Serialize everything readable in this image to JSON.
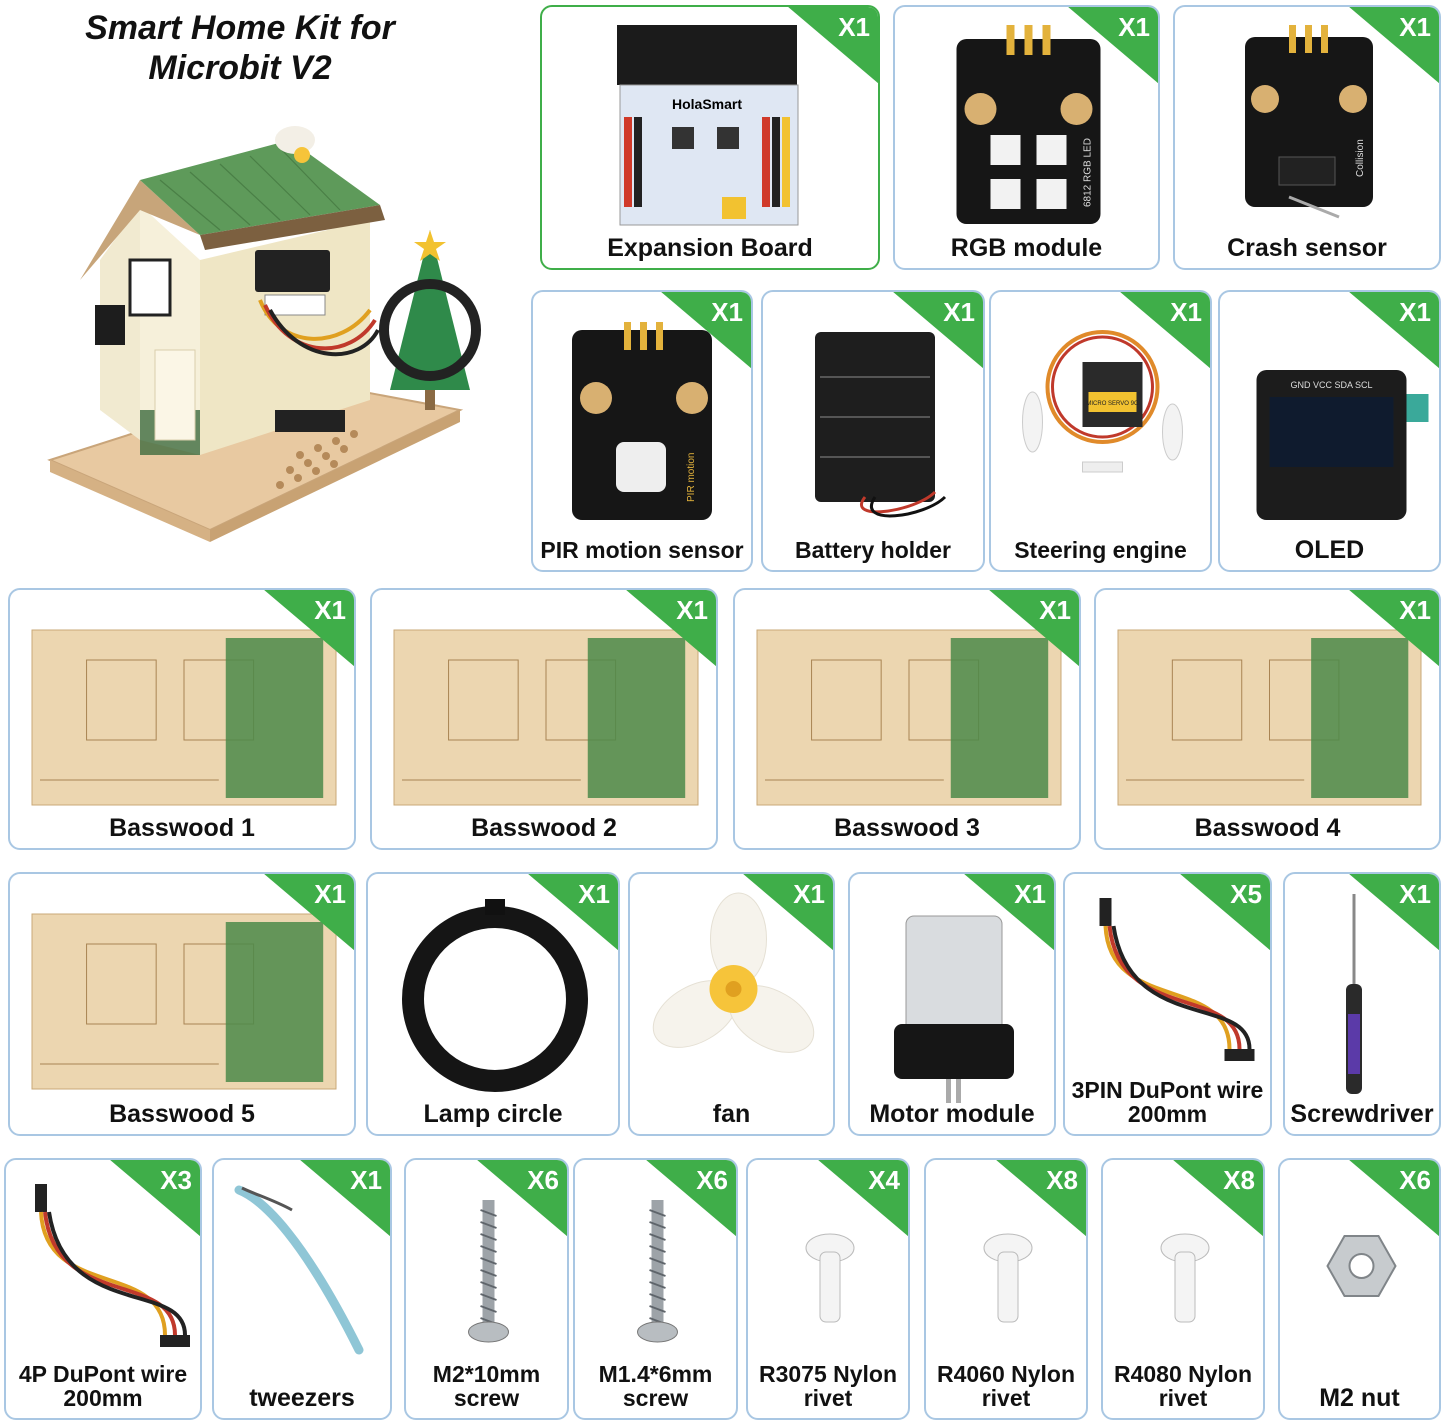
{
  "title": {
    "line1": "Smart Home Kit for",
    "line2": "Microbit V2"
  },
  "colors": {
    "accent_green": "#3fae49",
    "card_border": "#a9c7e3",
    "text": "#111111"
  },
  "items": [
    {
      "label": "Expansion Board",
      "qty": "X1",
      "icon": "expansion-board-icon",
      "board_text": "HolaSmart"
    },
    {
      "label": "RGB module",
      "qty": "X1",
      "icon": "rgb-module-icon",
      "board_text": "6812 RGB LED"
    },
    {
      "label": "Crash sensor",
      "qty": "X1",
      "icon": "crash-sensor-icon",
      "board_text": "Collision"
    },
    {
      "label": "PIR motion sensor",
      "qty": "X1",
      "icon": "pir-sensor-icon",
      "board_text": "PIR motion"
    },
    {
      "label": "Battery holder",
      "qty": "X1",
      "icon": "battery-holder-icon"
    },
    {
      "label": "Steering engine",
      "qty": "X1",
      "icon": "servo-icon",
      "board_text": "MICRO SERVO 9G"
    },
    {
      "label": "OLED",
      "qty": "X1",
      "icon": "oled-icon",
      "board_text": "GND VCC SDA SCL"
    },
    {
      "label": "Basswood 1",
      "qty": "X1",
      "icon": "basswood-panel-icon"
    },
    {
      "label": "Basswood 2",
      "qty": "X1",
      "icon": "basswood-panel-icon"
    },
    {
      "label": "Basswood 3",
      "qty": "X1",
      "icon": "basswood-panel-icon"
    },
    {
      "label": "Basswood 4",
      "qty": "X1",
      "icon": "basswood-panel-icon"
    },
    {
      "label": "Basswood 5",
      "qty": "X1",
      "icon": "basswood-panel-icon"
    },
    {
      "label": "Lamp circle",
      "qty": "X1",
      "icon": "lamp-circle-icon"
    },
    {
      "label": "fan",
      "qty": "X1",
      "icon": "fan-icon"
    },
    {
      "label": "Motor module",
      "qty": "X1",
      "icon": "motor-module-icon"
    },
    {
      "label": "3PIN DuPont wire 200mm",
      "qty": "X5",
      "icon": "dupont-wire-icon"
    },
    {
      "label": "Screwdriver",
      "qty": "X1",
      "icon": "screwdriver-icon"
    },
    {
      "label": "4P DuPont wire 200mm",
      "qty": "X3",
      "icon": "dupont-wire-icon"
    },
    {
      "label": "tweezers",
      "qty": "X1",
      "icon": "tweezers-icon"
    },
    {
      "label": "M2*10mm screw",
      "qty": "X6",
      "icon": "screw-icon"
    },
    {
      "label": "M1.4*6mm screw",
      "qty": "X6",
      "icon": "screw-icon"
    },
    {
      "label": "R3075 Nylon rivet",
      "qty": "X4",
      "icon": "nylon-rivet-icon"
    },
    {
      "label": "R4060 Nylon rivet",
      "qty": "X8",
      "icon": "nylon-rivet-icon"
    },
    {
      "label": "R4080 Nylon rivet",
      "qty": "X8",
      "icon": "nylon-rivet-icon"
    },
    {
      "label": "M2 nut",
      "qty": "X6",
      "icon": "hex-nut-icon"
    }
  ]
}
